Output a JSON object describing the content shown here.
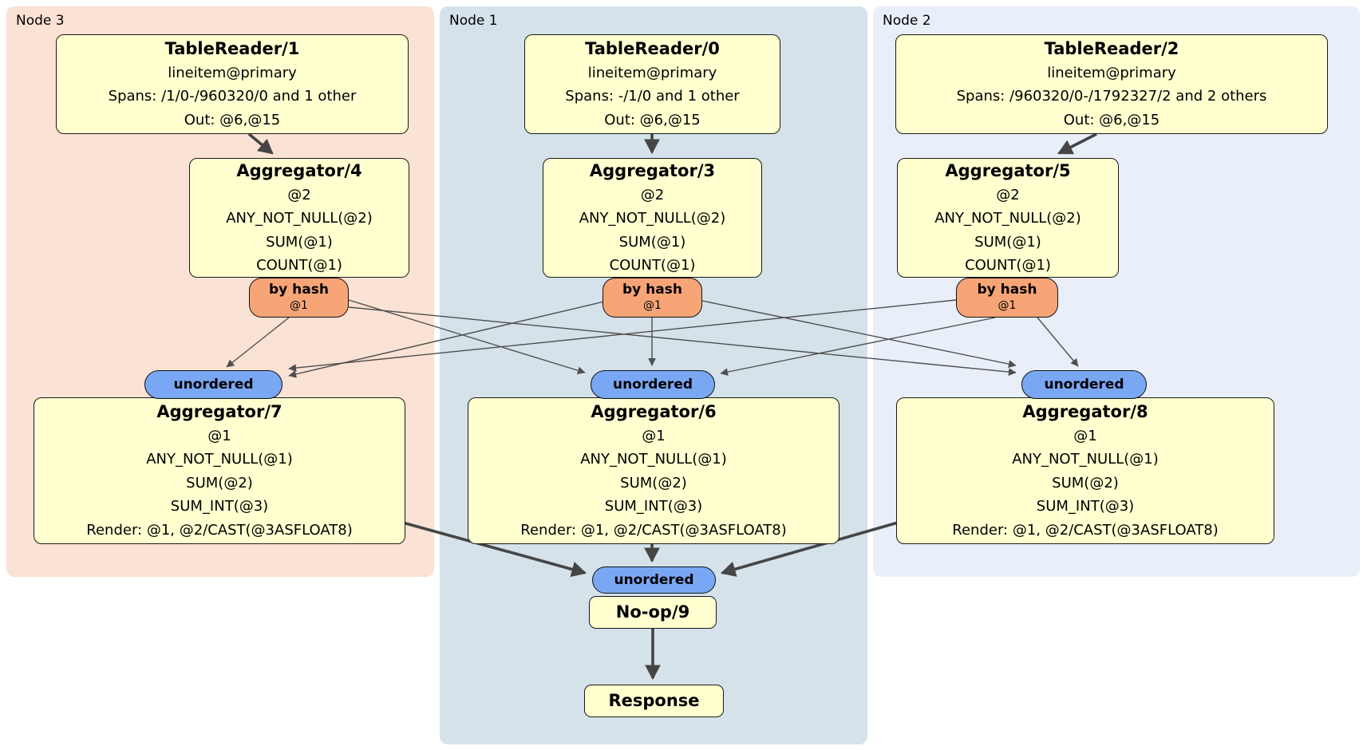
{
  "regions": {
    "node3": {
      "label": "Node 3"
    },
    "node1": {
      "label": "Node 1"
    },
    "node2": {
      "label": "Node 2"
    }
  },
  "colors": {
    "node3_bg": "#FAE2D4",
    "node1_bg": "#D5E2E9",
    "node2_bg": "#E9EFF9",
    "processor_box_bg": "#FFFFD0",
    "router_bg": "#F7A577",
    "sync_bg": "#79A7F3",
    "edge": "#4F4F4F"
  },
  "nodes": {
    "tr1": {
      "title": "TableReader/1",
      "lines": [
        "lineitem@primary",
        "Spans: /1/0-/960320/0 and 1 other",
        "Out: @6,@15"
      ]
    },
    "tr0": {
      "title": "TableReader/0",
      "lines": [
        "lineitem@primary",
        "Spans: -/1/0 and 1 other",
        "Out: @6,@15"
      ]
    },
    "tr2": {
      "title": "TableReader/2",
      "lines": [
        "lineitem@primary",
        "Spans: /960320/0-/1792327/2 and 2 others",
        "Out: @6,@15"
      ]
    },
    "agg4": {
      "title": "Aggregator/4",
      "lines": [
        "@2",
        "ANY_NOT_NULL(@2)",
        "SUM(@1)",
        "COUNT(@1)"
      ]
    },
    "agg3": {
      "title": "Aggregator/3",
      "lines": [
        "@2",
        "ANY_NOT_NULL(@2)",
        "SUM(@1)",
        "COUNT(@1)"
      ]
    },
    "agg5": {
      "title": "Aggregator/5",
      "lines": [
        "@2",
        "ANY_NOT_NULL(@2)",
        "SUM(@1)",
        "COUNT(@1)"
      ]
    },
    "agg7": {
      "title": "Aggregator/7",
      "lines": [
        "@1",
        "ANY_NOT_NULL(@1)",
        "SUM(@2)",
        "SUM_INT(@3)",
        "Render: @1, @2/CAST(@3ASFLOAT8)"
      ]
    },
    "agg6": {
      "title": "Aggregator/6",
      "lines": [
        "@1",
        "ANY_NOT_NULL(@1)",
        "SUM(@2)",
        "SUM_INT(@3)",
        "Render: @1, @2/CAST(@3ASFLOAT8)"
      ]
    },
    "agg8": {
      "title": "Aggregator/8",
      "lines": [
        "@1",
        "ANY_NOT_NULL(@1)",
        "SUM(@2)",
        "SUM_INT(@3)",
        "Render: @1, @2/CAST(@3ASFLOAT8)"
      ]
    },
    "noop": {
      "title": "No-op/9"
    },
    "response": {
      "title": "Response"
    }
  },
  "routers": {
    "left": {
      "label": "by hash",
      "detail": "@1"
    },
    "middle": {
      "label": "by hash",
      "detail": "@1"
    },
    "right": {
      "label": "by hash",
      "detail": "@1"
    }
  },
  "syncs": {
    "left": {
      "label": "unordered"
    },
    "middle": {
      "label": "unordered"
    },
    "right": {
      "label": "unordered"
    },
    "bottom": {
      "label": "unordered"
    }
  }
}
